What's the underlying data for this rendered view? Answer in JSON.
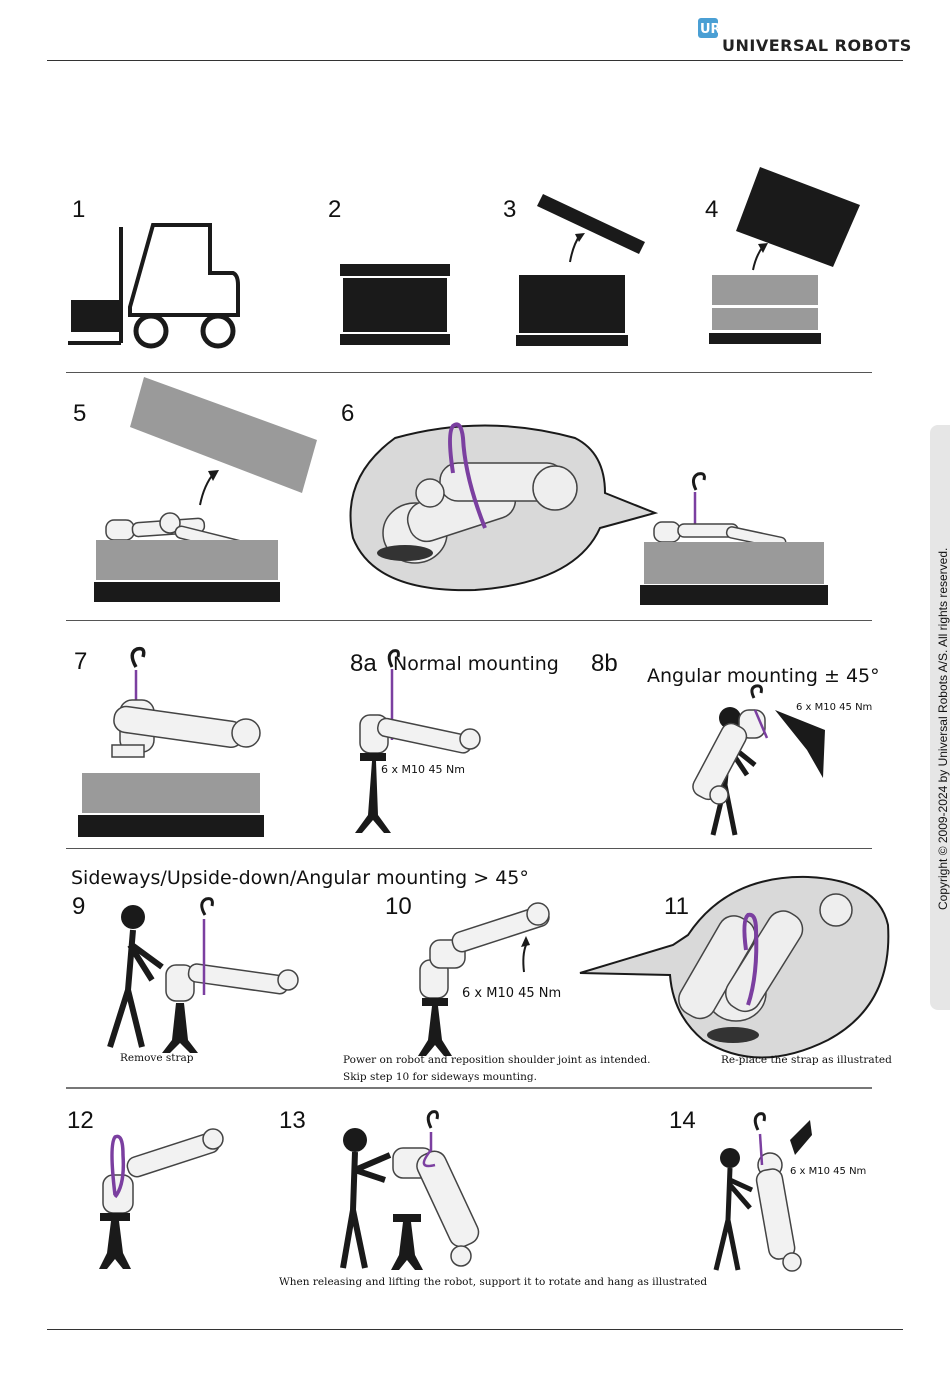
{
  "header": {
    "brand": "UNIVERSAL ROBOTS",
    "logo": "ur-logo-icon"
  },
  "side": {
    "copyright": "Copyright © 2009-2024 by Universal Robots A/S. All rights reserved."
  },
  "colors": {
    "strap": "#7b3fa0",
    "dark": "#1a1a1a",
    "box_gray": "#9a9a9a",
    "callout_gray": "#d9d9d9"
  },
  "steps": {
    "s1": "1",
    "s2": "2",
    "s3": "3",
    "s4": "4",
    "s5": "5",
    "s6": "6",
    "s7": "7",
    "s8a": "8a",
    "s8b": "8b",
    "s9": "9",
    "s10": "10",
    "s11": "11",
    "s12": "12",
    "s13": "13",
    "s14": "14"
  },
  "headings": {
    "normal": "Normal mounting",
    "angular": "Angular mounting ± 45°",
    "sideways": "Sideways/Upside-down/Angular mounting > 45°"
  },
  "torque": {
    "t8a": "6 x M10   45 Nm",
    "t8b": "6 x M10   45 Nm",
    "t10": "6 x M10   45 Nm",
    "t14": "6 x M10   45 Nm"
  },
  "captions": {
    "c9": "Remove strap",
    "c10a": "Power on robot and reposition shoulder joint as intended.",
    "c10b": "Skip step 10 for sideways mounting.",
    "c11": "Re-place the strap as illustrated",
    "c13": "When releasing and lifting the robot, support it to rotate and hang as illustrated"
  }
}
